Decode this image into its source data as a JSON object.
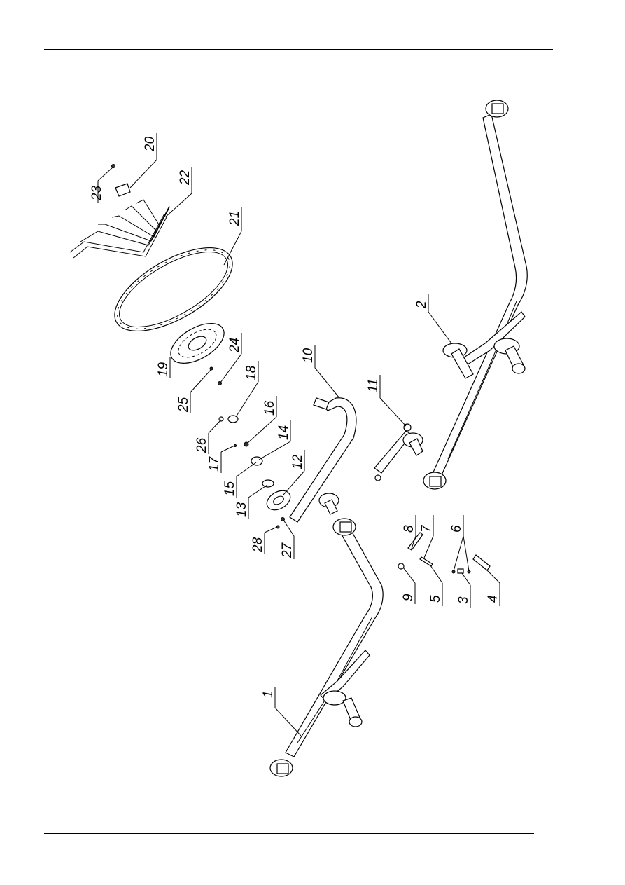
{
  "colors": {
    "ink": "#000000",
    "paper": "#ffffff"
  },
  "callouts": [
    {
      "id": "1",
      "label": "1"
    },
    {
      "id": "2",
      "label": "2"
    },
    {
      "id": "3",
      "label": "3"
    },
    {
      "id": "4",
      "label": "4"
    },
    {
      "id": "5",
      "label": "5"
    },
    {
      "id": "6",
      "label": "6"
    },
    {
      "id": "7",
      "label": "7"
    },
    {
      "id": "8",
      "label": "8"
    },
    {
      "id": "9",
      "label": "9"
    },
    {
      "id": "10",
      "label": "10"
    },
    {
      "id": "11",
      "label": "11"
    },
    {
      "id": "12",
      "label": "12"
    },
    {
      "id": "13",
      "label": "13"
    },
    {
      "id": "14",
      "label": "14"
    },
    {
      "id": "15",
      "label": "15"
    },
    {
      "id": "16",
      "label": "16"
    },
    {
      "id": "17",
      "label": "17"
    },
    {
      "id": "18",
      "label": "18"
    },
    {
      "id": "19",
      "label": "19"
    },
    {
      "id": "20",
      "label": "20"
    },
    {
      "id": "21",
      "label": "21"
    },
    {
      "id": "22",
      "label": "22"
    },
    {
      "id": "23",
      "label": "23"
    },
    {
      "id": "24",
      "label": "24"
    },
    {
      "id": "25",
      "label": "25"
    },
    {
      "id": "26",
      "label": "26"
    },
    {
      "id": "27",
      "label": "27"
    },
    {
      "id": "28",
      "label": "28"
    }
  ]
}
